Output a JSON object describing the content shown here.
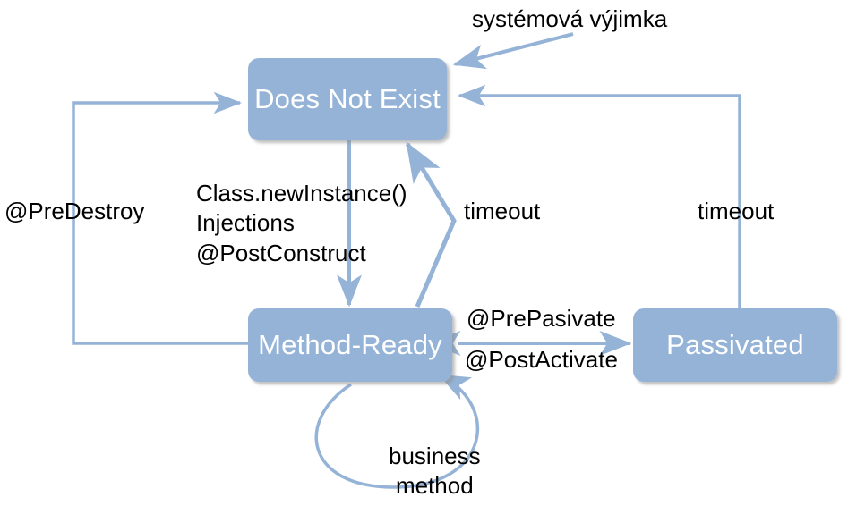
{
  "diagram": {
    "title": "EJB Stateful Session Bean lifecycle state diagram",
    "colors": {
      "state_fill": "#95b3d7",
      "state_text": "#ffffff",
      "edge_stroke": "#95b3d7",
      "label_text": "#000000",
      "background": "#ffffff"
    },
    "states": [
      {
        "id": "does-not-exist",
        "label": "Does Not\nExist"
      },
      {
        "id": "method-ready",
        "label": "Method-Ready"
      },
      {
        "id": "passivated",
        "label": "Passivated"
      }
    ],
    "transitions": [
      {
        "id": "system-exception",
        "label": "systémová výjimka",
        "from": "external",
        "to": "does-not-exist"
      },
      {
        "id": "create",
        "label": "Class.newInstance()\nInjections\n@PostConstruct",
        "from": "does-not-exist",
        "to": "method-ready"
      },
      {
        "id": "predestroy",
        "label": "@PreDestroy",
        "from": "method-ready",
        "to": "does-not-exist"
      },
      {
        "id": "timeout-center",
        "label": "timeout",
        "from": "method-ready",
        "to": "does-not-exist"
      },
      {
        "id": "timeout-right",
        "label": "timeout",
        "from": "passivated",
        "to": "does-not-exist"
      },
      {
        "id": "prepassivate",
        "label": "@PrePasivate",
        "from": "method-ready",
        "to": "passivated"
      },
      {
        "id": "postactivate",
        "label": "@PostActivate",
        "from": "passivated",
        "to": "method-ready"
      },
      {
        "id": "business-method",
        "label": "business\nmethod",
        "from": "method-ready",
        "to": "method-ready"
      }
    ]
  }
}
